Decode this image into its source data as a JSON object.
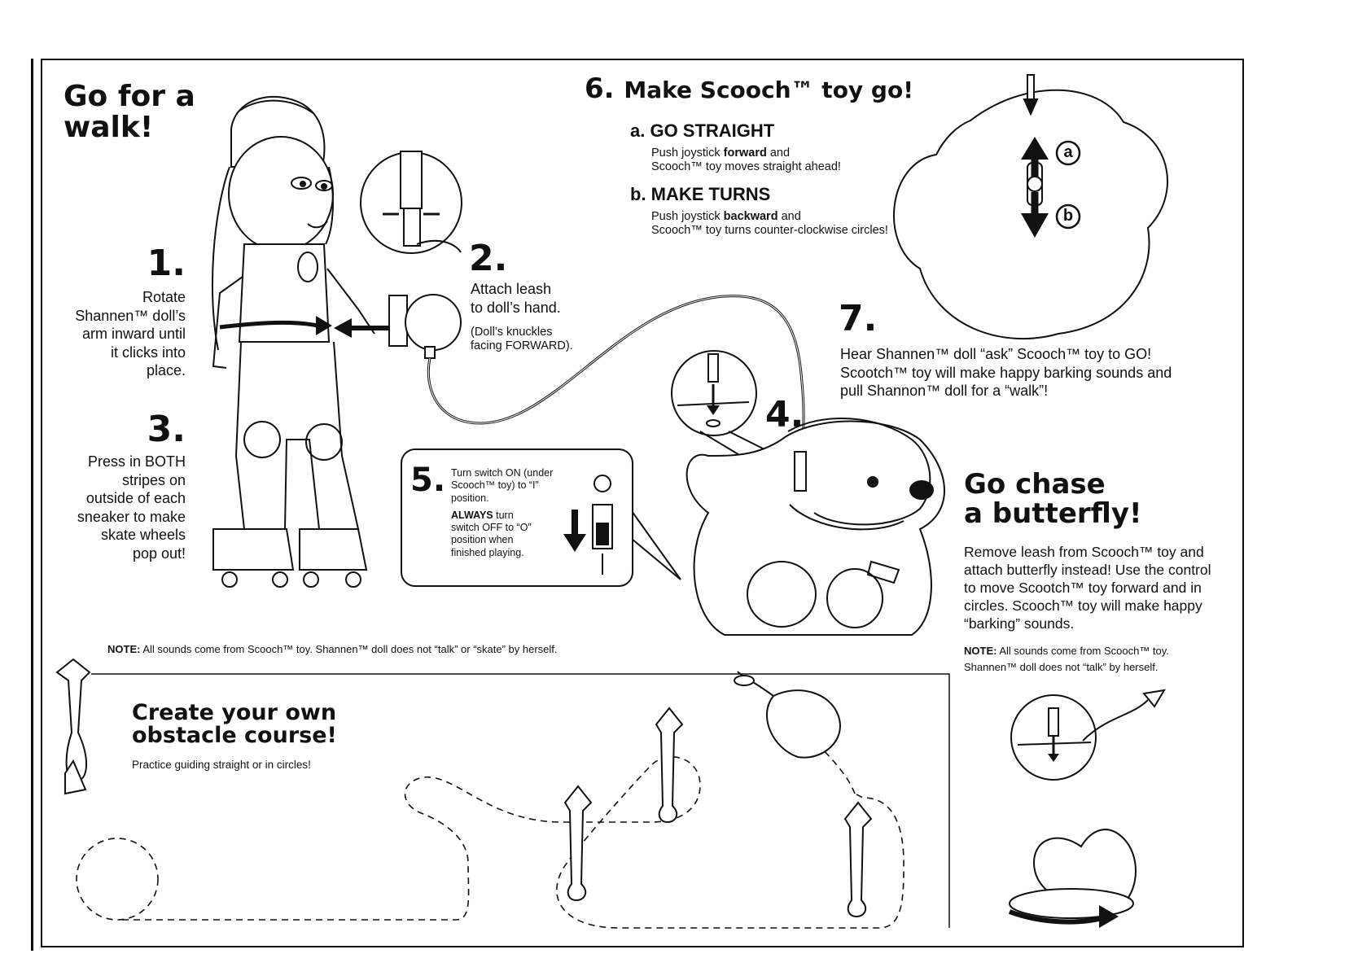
{
  "walk": {
    "title_line1": "Go for a",
    "title_line2": "walk!"
  },
  "step1": {
    "num": "1.",
    "lines": [
      "Rotate",
      "Shannen™ doll’s",
      "arm inward until",
      "it clicks into",
      "place."
    ]
  },
  "step2": {
    "num": "2.",
    "line1": "Attach leash",
    "line2": "to doll’s hand.",
    "note1": "(Doll’s knuckles",
    "note2": "facing FORWARD)."
  },
  "step3": {
    "num": "3.",
    "lines": [
      "Press in BOTH",
      "stripes on",
      "outside of each",
      "sneaker to make",
      "skate wheels",
      "pop out!"
    ]
  },
  "step4": {
    "num": "4."
  },
  "step5": {
    "num": "5.",
    "line1": "Turn switch ON (under",
    "line2": "Scooch™ toy) to “I”",
    "line3": "position.",
    "always": "ALWAYS",
    "line4": " turn",
    "line5": "switch OFF to “O”",
    "line6": "position when",
    "line7": "finished playing.",
    "switch_on": "I",
    "switch_off": "O"
  },
  "step6": {
    "num": "6.",
    "title": "Make Scooch™ toy go!",
    "a_label": "a. GO STRAIGHT",
    "a_line1_pre": "Push joystick ",
    "a_line1_bold": "forward",
    "a_line1_post": " and",
    "a_line2": "Scooch™ toy moves straight ahead!",
    "b_label": "b. MAKE TURNS",
    "b_line1_pre": "Push joystick ",
    "b_line1_bold": "backward",
    "b_line1_post": " and",
    "b_line2": "Scooch™ toy turns counter-clockwise circles!",
    "badge_a": "a",
    "badge_b": "b"
  },
  "step7": {
    "num": "7.",
    "line1": "Hear Shannen™ doll “ask” Scooch™ toy to GO!",
    "line2": "Scootch™ toy will make happy barking sounds and",
    "line3": "pull Shannon™ doll for a “walk”!"
  },
  "note_walk": {
    "label": "NOTE:",
    "text": " All sounds come from Scooch™ toy. Shannen™ doll does not “talk” or “skate” by herself."
  },
  "butterfly": {
    "title_line1": "Go chase",
    "title_line2": "a butterfly!",
    "body": [
      "Remove leash from Scooch™ toy and",
      "attach butterfly instead! Use the control",
      "to move Scootch™ toy forward and in",
      "circles. Scooch™ toy will make happy",
      "“barking” sounds."
    ],
    "note_label": "NOTE:",
    "note_line1": " All sounds come from Scooch™ toy.",
    "note_line2": "Shannen™ doll does not “talk” by herself."
  },
  "obstacle": {
    "title_line1": "Create your own",
    "title_line2": "obstacle course!",
    "subtitle": "Practice guiding straight or in circles!"
  }
}
